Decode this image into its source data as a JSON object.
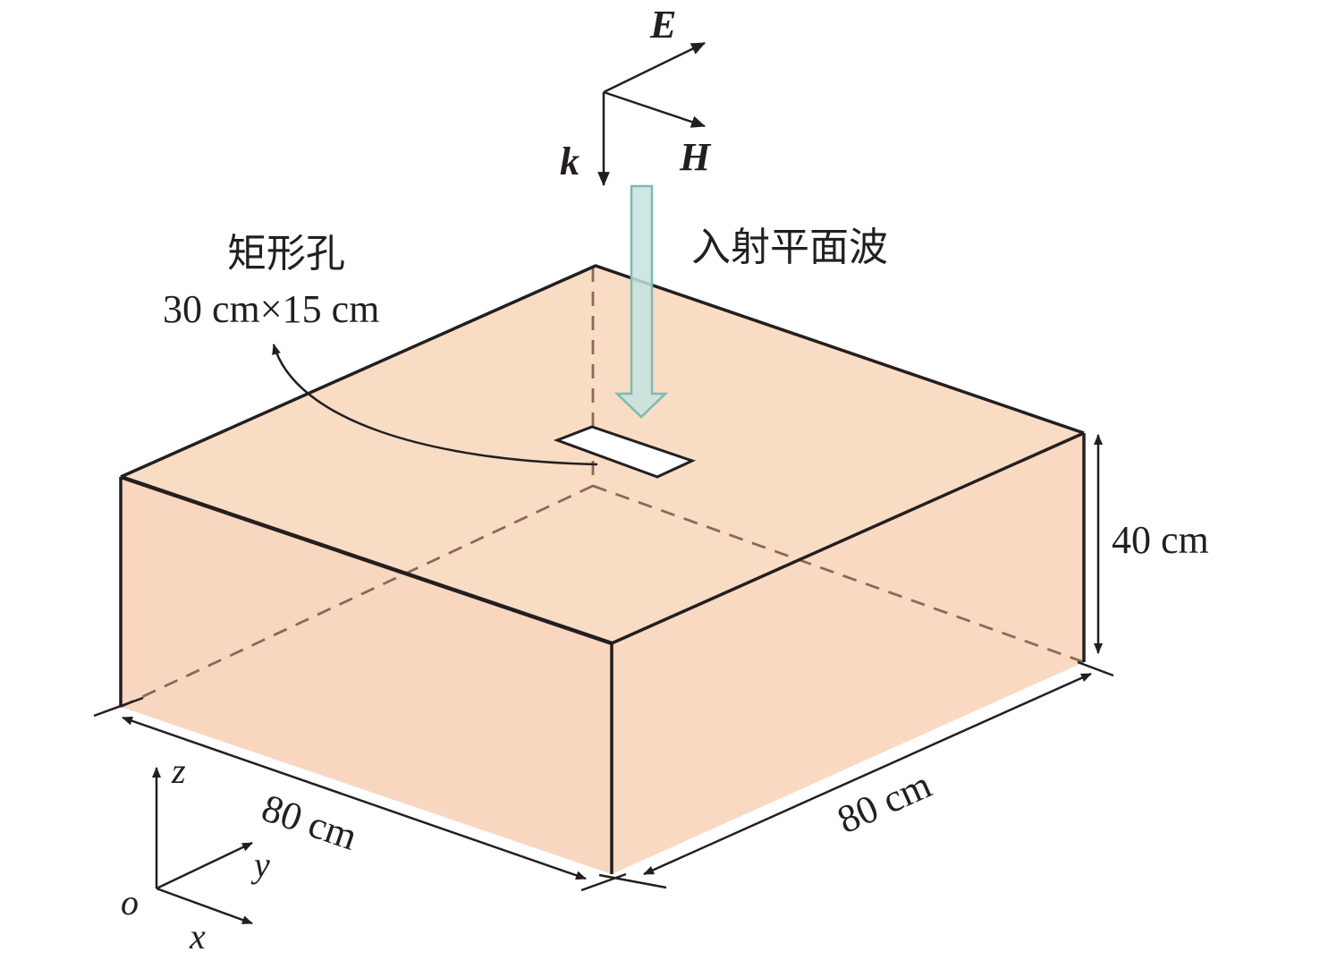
{
  "labels": {
    "hole_title": "矩形孔",
    "hole_size": "30 cm×15 cm",
    "wave_label": "入射平面波",
    "height": "40 cm",
    "length_left": "80 cm",
    "length_right": "80 cm"
  },
  "vectors": {
    "e": "E",
    "h": "H",
    "k": "k"
  },
  "axes": {
    "z": "z",
    "y": "y",
    "x": "x",
    "origin": "o"
  },
  "colors": {
    "box_top": "#f9dcc4",
    "box_left": "#f9d6bf",
    "box_right": "#fad9c2",
    "arrow_fill": "#c5e3df",
    "arrow_stroke": "#7fb9b1",
    "hole": "#ffffff"
  }
}
